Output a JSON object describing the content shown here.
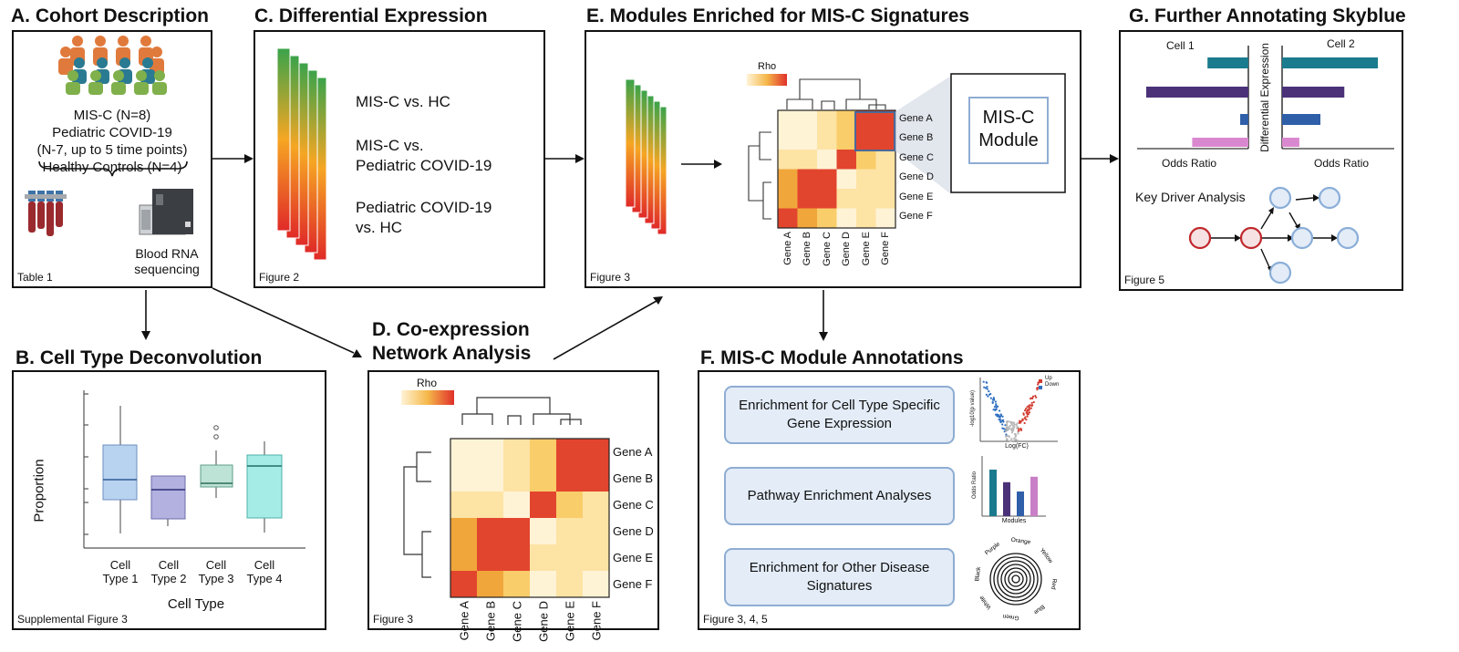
{
  "panels": {
    "A": {
      "title": "A. Cohort Description",
      "lines": [
        "MIS-C (N=8)",
        "Pediatric COVID-19",
        "(N-7, up to 5 time points)",
        "Healthy Controls (N=4)"
      ],
      "seq_label_1": "Blood RNA",
      "seq_label_2": "sequencing",
      "footer": "Table 1"
    },
    "B": {
      "title": "B. Cell Type Deconvolution",
      "ylabel": "Proportion",
      "xlabel": "Cell Type",
      "categories": [
        [
          "Cell",
          "Type 1"
        ],
        [
          "Cell",
          "Type 2"
        ],
        [
          "Cell",
          "Type 3"
        ],
        [
          "Cell",
          "Type 4"
        ]
      ],
      "colors": [
        "#b8d3f0",
        "#b3b1e0",
        "#bde3d6",
        "#a6ece6"
      ],
      "footer": "Supplemental Figure 3"
    },
    "C": {
      "title": "C. Differential Expression",
      "items": [
        "MIS-C vs. HC",
        "MIS-C vs.",
        "Pediatric COVID-19",
        "Pediatric COVID-19",
        "vs. HC"
      ],
      "footer": "Figure 2"
    },
    "D": {
      "title_1": "D. Co-expression",
      "title_2": "Network Analysis",
      "legend": "Rho",
      "genes_row": [
        "Gene A",
        "Gene B",
        "Gene C",
        "Gene D",
        "Gene E",
        "Gene F"
      ],
      "genes_col": [
        "Gene A",
        "Gene B",
        "Gene C",
        "Gene D",
        "Gene E",
        "Gene F"
      ],
      "footer": "Figure 3"
    },
    "E": {
      "title": "E. Modules Enriched for MIS-C Signatures",
      "legend": "Rho",
      "module_1": "MIS-C",
      "module_2": "Module",
      "genes_row": [
        "Gene A",
        "Gene B",
        "Gene C",
        "Gene D",
        "Gene E",
        "Gene F"
      ],
      "genes_col": [
        "Gene A",
        "Gene B",
        "Gene C",
        "Gene D",
        "Gene E",
        "Gene F"
      ],
      "footer": "Figure 3"
    },
    "F": {
      "title": "F. MIS-C Module Annotations",
      "pill1_1": "Enrichment for Cell Type Specific",
      "pill1_2": "Gene Expression",
      "pill2": "Pathway Enrichment Analyses",
      "pill3_1": "Enrichment for Other Disease",
      "pill3_2": "Signatures",
      "volcano_xlabel": "Log(FC)",
      "volcano_ylabel": "-log10(p value)",
      "volcano_up": "Up",
      "volcano_down": "Down",
      "bar_ylabel": "Odds Ratio",
      "bar_xlabel": "Modules",
      "bar_values": [
        0.85,
        0.62,
        0.45,
        0.72
      ],
      "bar_colors": [
        "#1a7b8e",
        "#4b3278",
        "#2f5fa8",
        "#c97fc6"
      ],
      "radial_labels": [
        "Orange",
        "Yellow",
        "Red",
        "Blue",
        "Green",
        "White",
        "Black",
        "Purple"
      ],
      "footer": "Figure 3, 4, 5"
    },
    "G": {
      "title": "G. Further Annotating Skyblue",
      "cell1": "Cell 1",
      "cell2": "Cell 2",
      "vlabel": "Differential Expression",
      "odds1": "Odds Ratio",
      "odds2": "Odds Ratio",
      "kda": "Key Driver Analysis",
      "bar_colors": [
        "#1a7b8e",
        "#4b3278",
        "#2f5fa8",
        "#d988cf"
      ],
      "left_values": [
        0.4,
        1.0,
        0.08,
        0.55
      ],
      "right_values": [
        1.0,
        0.65,
        0.4,
        0.18
      ],
      "footer": "Figure 5"
    }
  },
  "colors": {
    "heat_low": "#fff3d6",
    "heat_mid": "#f5c15a",
    "heat_high": "#e0302a",
    "node_red": "#c0282c",
    "node_blue": "#8aaed8"
  }
}
